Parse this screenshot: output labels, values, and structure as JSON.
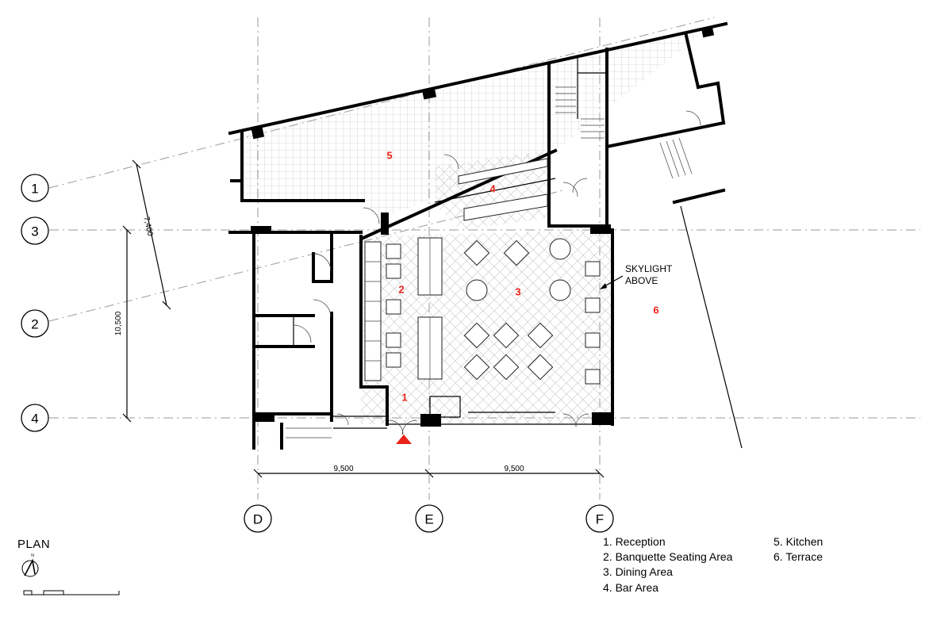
{
  "grid_rows": [
    {
      "label": "1"
    },
    {
      "label": "3"
    },
    {
      "label": "2"
    },
    {
      "label": "4"
    }
  ],
  "grid_cols": [
    {
      "label": "D"
    },
    {
      "label": "E"
    },
    {
      "label": "F"
    }
  ],
  "dimensions": {
    "bottom_left": "9,500",
    "bottom_right": "9,500",
    "vertical": "10,500",
    "diagonal": "7,400"
  },
  "room_numbers": [
    "5",
    "4",
    "3",
    "2",
    "1",
    "6"
  ],
  "annotation": {
    "line1": "SKYLIGHT",
    "line2": "ABOVE"
  },
  "plan_title": "PLAN",
  "north_label": "N",
  "legend": {
    "col1": [
      "1. Reception",
      "2. Banquette Seating Area",
      "3. Dining Area",
      "4. Bar Area"
    ],
    "col2": [
      "5. Kitchen",
      "6. Terrace"
    ]
  },
  "colors": {
    "room_number": "#e8231a",
    "entry_marker": "#e8231a"
  }
}
